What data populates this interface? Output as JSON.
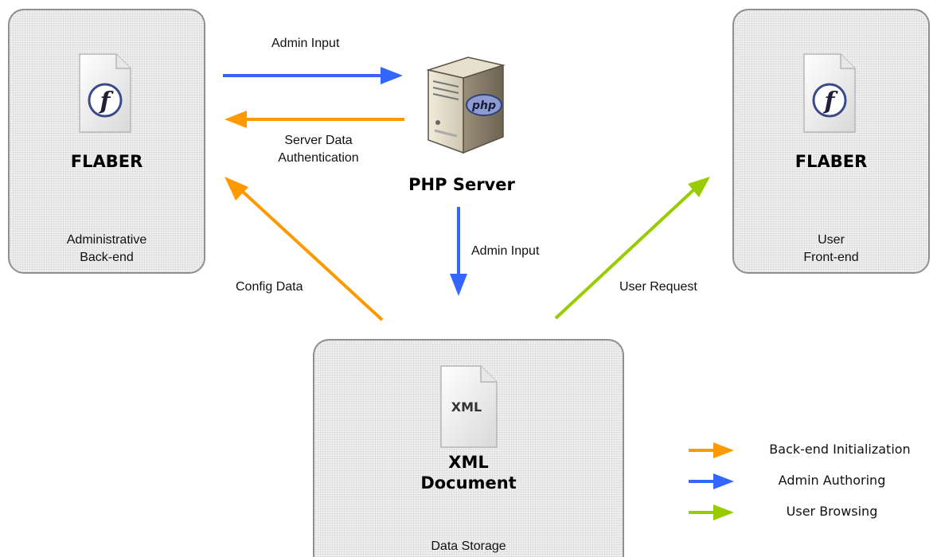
{
  "nodes": {
    "admin": {
      "title": "FLABER",
      "subtitle_line1": "Administrative",
      "subtitle_line2": "Back-end"
    },
    "user": {
      "title": "FLABER",
      "subtitle_line1": "User",
      "subtitle_line2": "Front-end"
    },
    "server": {
      "title": "PHP Server",
      "icon_text": "php"
    },
    "xml": {
      "title_line1": "XML",
      "title_line2": "Document",
      "subtitle": "Data Storage",
      "icon_text": "XML"
    }
  },
  "edges": {
    "admin_to_server": {
      "label": "Admin Input",
      "color": "#3366ff"
    },
    "server_to_admin": {
      "label_line1": "Server Data",
      "label_line2": "Authentication",
      "color": "#ff9900"
    },
    "server_to_xml": {
      "label": "Admin Input",
      "color": "#3366ff"
    },
    "xml_to_admin": {
      "label": "Config Data",
      "color": "#ff9900"
    },
    "xml_to_user": {
      "label": "User Request",
      "color": "#99cc00"
    }
  },
  "legend": [
    {
      "label": "Back-end Initialization",
      "color": "#ff9900"
    },
    {
      "label": "Admin Authoring",
      "color": "#3366ff"
    },
    {
      "label": "User Browsing",
      "color": "#99cc00"
    }
  ],
  "icons": {
    "flash_glyph": "f"
  }
}
